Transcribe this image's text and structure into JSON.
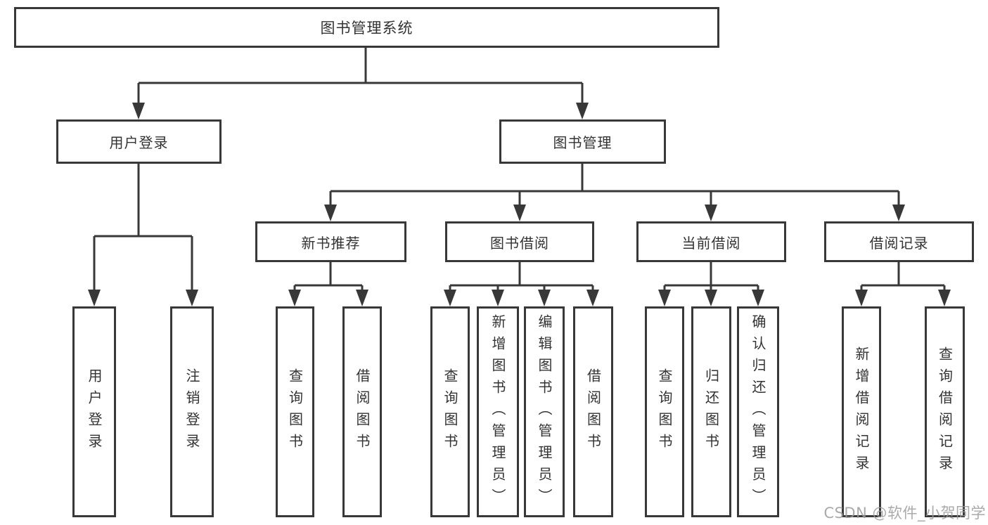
{
  "diagram": {
    "title": "图书管理系统",
    "user_login": {
      "label": "用户登录",
      "children": [
        {
          "label": "用户登录"
        },
        {
          "label": "注销登录"
        }
      ]
    },
    "book_management": {
      "label": "图书管理",
      "groups": [
        {
          "label": "新书推荐",
          "children": [
            {
              "label": "查询图书"
            },
            {
              "label": "借阅图书"
            }
          ]
        },
        {
          "label": "图书借阅",
          "children": [
            {
              "label": "查询图书"
            },
            {
              "label": "新增图书（管理员）"
            },
            {
              "label": "编辑图书（管理员）"
            },
            {
              "label": "借阅图书"
            }
          ]
        },
        {
          "label": "当前借阅",
          "children": [
            {
              "label": "查询图书"
            },
            {
              "label": "归还图书"
            },
            {
              "label": "确认归还（管理员）"
            }
          ]
        },
        {
          "label": "借阅记录",
          "children": [
            {
              "label": "新增借阅记录"
            },
            {
              "label": "查询借阅记录"
            }
          ]
        }
      ]
    }
  },
  "watermark": "CSDN @软件_小贺同学",
  "colors": {
    "line": "#383838",
    "box_border": "#383838",
    "box_fill": "#ffffff",
    "text": "#333333",
    "watermark": "#9b9b9b"
  }
}
